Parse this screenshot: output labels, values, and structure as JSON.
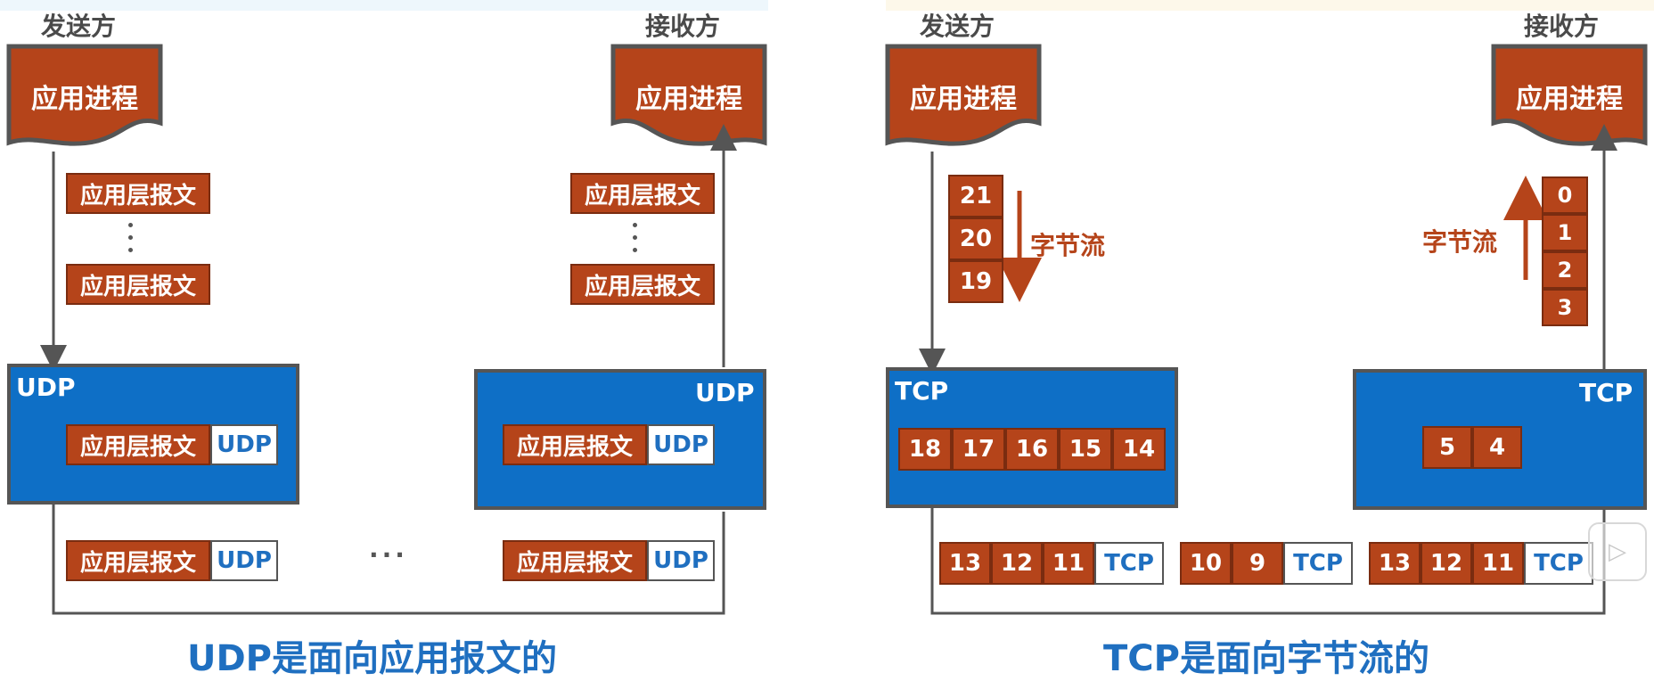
{
  "colors": {
    "process_fill": "#b5441a",
    "protocol_box": "#0e6fc6",
    "caption_blue": "#1f6fc0",
    "stream_orange": "#b5441a",
    "line_gray": "#555555"
  },
  "udp": {
    "sender": "发送方",
    "receiver": "接收方",
    "sender_process": "应用进程",
    "receiver_process": "应用进程",
    "app_message": "应用层报文",
    "header": "UDP",
    "sender_box_label": "UDP",
    "receiver_box_label": "UDP",
    "ellipsis": "···",
    "caption": "UDP是面向应用报文的"
  },
  "tcp": {
    "sender": "发送方",
    "receiver": "接收方",
    "sender_process": "应用进程",
    "receiver_process": "应用进程",
    "byte_stream": "字节流",
    "sender_box_label": "TCP",
    "receiver_box_label": "TCP",
    "sender_stream": [
      "21",
      "20",
      "19"
    ],
    "sender_buffer": [
      "18",
      "17",
      "16",
      "15",
      "14"
    ],
    "receiver_buffer": [
      "5",
      "4"
    ],
    "receiver_stream": [
      "0",
      "1",
      "2",
      "3"
    ],
    "segments": [
      {
        "bytes": [
          "13",
          "12",
          "11"
        ],
        "header": "TCP"
      },
      {
        "bytes": [
          "10",
          "9"
        ],
        "header": "TCP"
      },
      {
        "bytes": [
          "13",
          "12",
          "11"
        ],
        "header": "TCP"
      }
    ],
    "caption": "TCP是面向字节流的"
  },
  "icons": {
    "play": "play-icon"
  }
}
